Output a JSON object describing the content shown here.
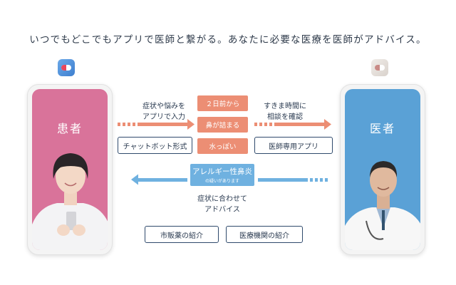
{
  "headline": "いつでもどこでもアプリで医師と繋がる。あなたに必要な医療を医師がアドバイス。",
  "patient": {
    "title": "患者",
    "caption_lines": [
      "症状や悩みを",
      "アプリで入力"
    ],
    "box_label": "チャットボット形式"
  },
  "doctor": {
    "title": "医者",
    "caption_lines": [
      "すきま時間に",
      "相談を確認"
    ],
    "box_label": "医師専用アプリ"
  },
  "symptoms": [
    "２日前から",
    "鼻が詰まる",
    "水っぽい"
  ],
  "diagnosis": {
    "name": "アレルギー性鼻炎",
    "note": "の疑いがあります"
  },
  "advice": {
    "caption_lines": [
      "症状に合わせて",
      "アドバイス"
    ],
    "options": [
      "市販薬の紹介",
      "医療機関の紹介"
    ]
  },
  "colors": {
    "patient_screen": "#d9739a",
    "doctor_screen": "#5aa1d6",
    "symptom_pill": "#ec8e74",
    "forward_arrow": "#ec8e74",
    "back_arrow": "#6fb1e0",
    "box_border": "#2f4a6c"
  },
  "icons": [
    "patient-app-icon",
    "doctor-app-icon"
  ]
}
